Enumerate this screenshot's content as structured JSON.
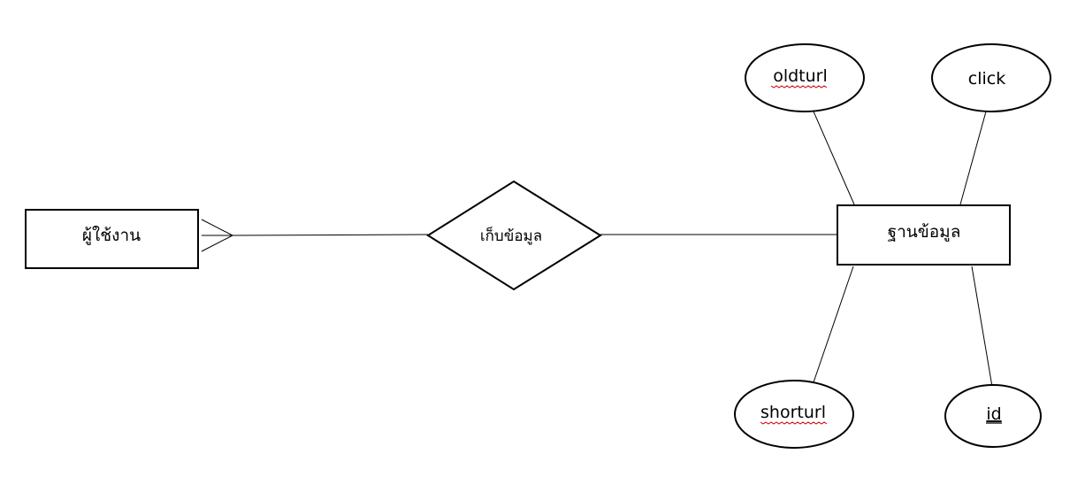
{
  "diagram": {
    "entity_user": "ผู้ใช้งาน",
    "relationship": "เก็บข้อมูล",
    "entity_db": "ฐานข้อมูล",
    "attributes": {
      "oldturl": "oldturl",
      "click": "click",
      "shorturl": "shorturl",
      "id": "id"
    }
  }
}
